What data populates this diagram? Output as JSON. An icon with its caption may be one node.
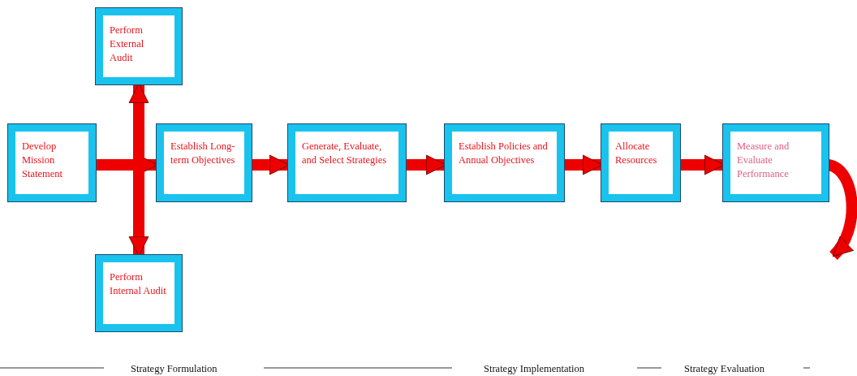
{
  "diagram": {
    "nodes": [
      {
        "text": [
          "Develop Mission Statement"
        ]
      },
      {
        "text": [
          "Perform External Audit"
        ]
      },
      {
        "text": [
          "Establish Long-term Objectives"
        ]
      },
      {
        "text": [
          "Generate, Evaluate, and Select Strategies"
        ]
      },
      {
        "text": [
          "Establish Policies and Annual Objectives"
        ]
      },
      {
        "text": [
          "Allocate Resources"
        ]
      },
      {
        "text": [
          "Measure and Evaluate Performance"
        ]
      },
      {
        "text": [
          "Perform Internal Audit"
        ]
      }
    ],
    "edges": [
      {
        "from": 0,
        "to": 2,
        "arrow": "to"
      },
      {
        "from": 1,
        "to": 7,
        "arrow": "both"
      },
      {
        "from": 2,
        "to": 3,
        "arrow": "to"
      },
      {
        "from": 3,
        "to": 4,
        "arrow": "to"
      },
      {
        "from": 4,
        "to": 5,
        "arrow": "to"
      },
      {
        "from": 5,
        "to": 6,
        "arrow": "to"
      },
      {
        "from": 6,
        "to": null,
        "arrow": "to"
      }
    ],
    "labels": [
      "Strategy Formulation",
      "Strategy Implementation",
      "Strategy Evaluation"
    ]
  }
}
